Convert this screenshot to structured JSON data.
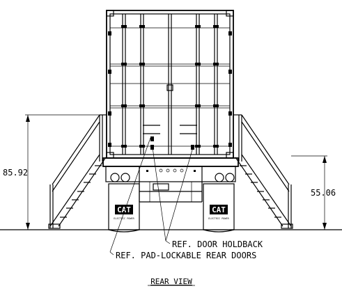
{
  "dimensions": {
    "left_height": "85.92",
    "right_height": "55.06"
  },
  "callouts": {
    "door_holdback": "REF. DOOR HOLDBACK",
    "pad_lockable": "REF. PAD-LOCKABLE REAR DOORS"
  },
  "view_title": "REAR VIEW",
  "logos": {
    "brand": "CAT",
    "subtitle": "ELECTRIC POWER"
  }
}
